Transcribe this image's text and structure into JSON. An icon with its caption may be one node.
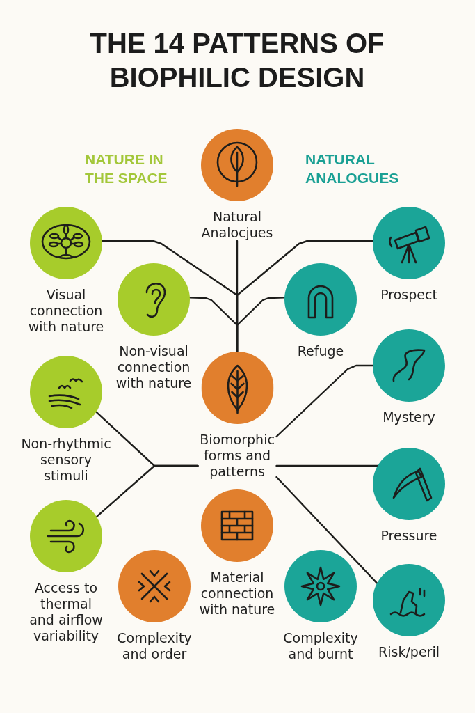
{
  "diagram": {
    "title": "THE 14 PATTERNS OF BIOPHILIC DESIGN",
    "nodes": [
      {
        "text": [
          "Natural Analocjues"
        ]
      },
      {
        "text": [
          "Visual connection with nature"
        ]
      },
      {
        "text": [
          "Non-visual connection with nature"
        ]
      },
      {
        "text": [
          "Prospect"
        ]
      },
      {
        "text": [
          "Refuge"
        ]
      },
      {
        "text": [
          "Biomorphic forms and patterns"
        ]
      },
      {
        "text": [
          "Non-rhythmic sensory stimuli"
        ]
      },
      {
        "text": [
          "Mystery"
        ]
      },
      {
        "text": [
          "Pressure"
        ]
      },
      {
        "text": [
          "Access to thermal and airflow variability"
        ]
      },
      {
        "text": [
          "Material connection with nature"
        ]
      },
      {
        "text": [
          "Complexity and order"
        ]
      },
      {
        "text": [
          "Complexity and burnt"
        ]
      },
      {
        "text": [
          "Risk/peril"
        ]
      }
    ],
    "edges": [
      {
        "from": 0,
        "to": 5,
        "arrow": "none"
      },
      {
        "from": 1,
        "to": 5,
        "arrow": "none"
      },
      {
        "from": 2,
        "to": 5,
        "arrow": "none"
      },
      {
        "from": 3,
        "to": 5,
        "arrow": "none"
      },
      {
        "from": 4,
        "to": 5,
        "arrow": "none"
      },
      {
        "from": 5,
        "to": 7,
        "arrow": "none"
      },
      {
        "from": 5,
        "to": 8,
        "arrow": "none"
      },
      {
        "from": 6,
        "to": 5,
        "arrow": "none"
      },
      {
        "from": 9,
        "to": 5,
        "arrow": "none"
      },
      {
        "from": 5,
        "to": 13,
        "arrow": "none"
      }
    ],
    "labels": [
      "NATURE IN THE SPACE",
      "NATURAL ANALOGUES"
    ]
  }
}
